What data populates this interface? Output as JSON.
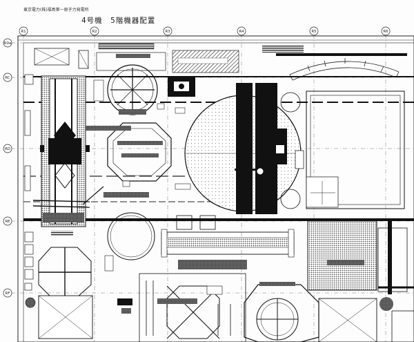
{
  "header": {
    "doc_note": "東京電力(株)福島第一原子力発電所",
    "title": "4号機　5階機器配置"
  },
  "grid": {
    "columns": [
      "R1",
      "R2",
      "R3",
      "R4",
      "R5",
      "R6"
    ],
    "rows": [
      "R0a",
      "RC",
      "RD",
      "RE",
      "RF"
    ]
  },
  "colors": {
    "ink": "#111111",
    "paper": "#fdfdfd",
    "hatch_gray": "#8a8a8a"
  }
}
